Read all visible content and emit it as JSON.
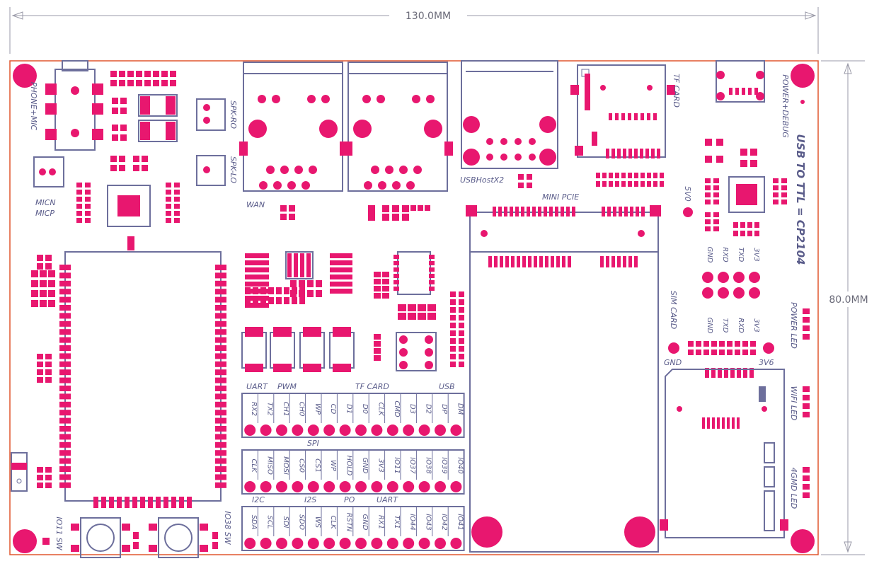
{
  "dimensions": {
    "width_label": "130.0MM",
    "height_label": "80.0MM"
  },
  "colors": {
    "pad": "#e8176f",
    "outline": "#6d6f9c",
    "board_edge": "#e0572f",
    "text": "#5a5c8a"
  },
  "labels": {
    "phone_mic": "PHONE+MIC",
    "micn": "MICN",
    "micp": "MICP",
    "spk_ro": "SPK-RO",
    "spk_lo": "SPK-LO",
    "wan": "WAN",
    "usb_host": "USBHostX2",
    "tf_card": "TF CARD",
    "power_debug": "POWER+DEBUG",
    "usb_to_ttl": "USB TO TTL = CP2104",
    "v5": "5V0",
    "mini_pcie": "MINI PCIE",
    "sim_card": "SIM CARD",
    "gnd": "GND",
    "v36": "3V6",
    "power_led": "POWER LED",
    "wifi_led": "WIFI LED",
    "gmd_led": "4GMD LED",
    "io11_sw": "IO11 SW",
    "io38_sw": "IO38 SW"
  },
  "debug_pins_top": [
    "GND",
    "RXD",
    "TXD",
    "3V3"
  ],
  "debug_pins_bottom": [
    "GND",
    "TXD",
    "RXD",
    "3V3"
  ],
  "header_row1": {
    "groups": [
      "UART",
      "PWM",
      "TF CARD",
      "USB"
    ],
    "pins": [
      "RX2",
      "TX2",
      "CH1",
      "CH0",
      "WP",
      "CD",
      "D1",
      "D0",
      "CLK",
      "CMD",
      "D3",
      "D2",
      "DP",
      "DM"
    ]
  },
  "header_row2": {
    "groups": [
      "SPI"
    ],
    "pins": [
      "CLK",
      "MISO",
      "MOSI",
      "CS0",
      "CS1",
      "WP",
      "HOLD",
      "GND",
      "3V3",
      "IO11",
      "IO37",
      "IO38",
      "IO39",
      "IO40"
    ]
  },
  "header_row3": {
    "groups": [
      "I2C",
      "I2S",
      "PO",
      "UART"
    ],
    "pins": [
      "SDA",
      "SCL",
      "SDI",
      "SDO",
      "WS",
      "CLK",
      "RSTN",
      "GND",
      "RX1",
      "TX1",
      "IO44",
      "IO43",
      "IO42",
      "IO41"
    ]
  }
}
